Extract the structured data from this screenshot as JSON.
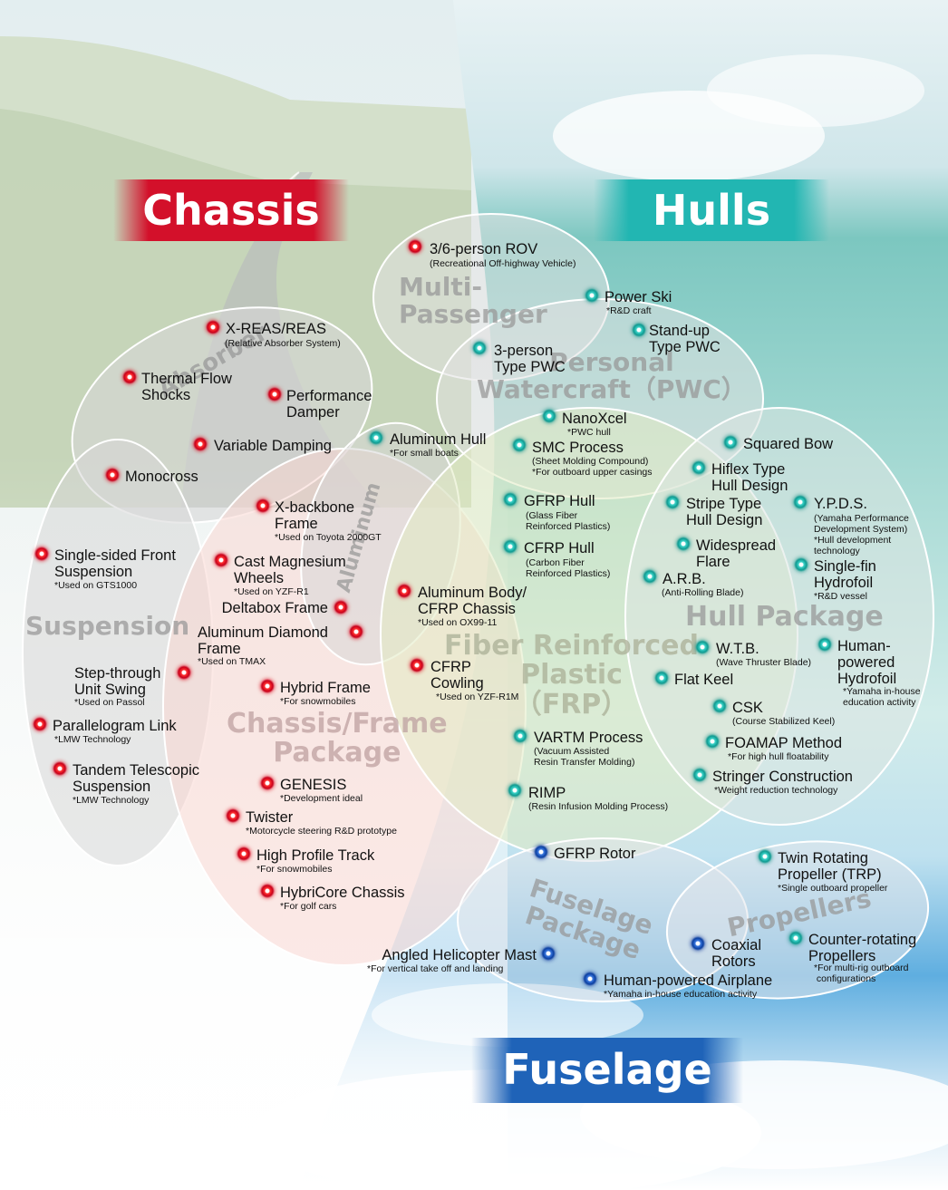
{
  "banners": {
    "chassis": "Chassis",
    "hulls": "Hulls",
    "fuselage": "Fuselage"
  },
  "regions": {
    "multi_passenger": "Multi-\nPassenger",
    "pwc": "Personal\nWatercraft（PWC）",
    "absorber": "Absorber",
    "aluminum": "Aluminum",
    "suspension": "Suspension",
    "chassis_frame": "Chassis/Frame\nPackage",
    "frp": "Fiber Reinforced\nPlastic\n（FRP）",
    "hull_package": "Hull Package",
    "fuselage_package": "Fuselage\nPackage",
    "propellers": "Propellers"
  },
  "items": {
    "rov": {
      "label": "3/6-person ROV",
      "note": "(Recreational Off-highway Vehicle)"
    },
    "power_ski": {
      "label": "Power Ski",
      "note": "*R&D craft"
    },
    "standup_pwc": {
      "label": "Stand-up\nType PWC"
    },
    "three_person_pwc": {
      "label": "3-person\nType PWC"
    },
    "x_reas": {
      "label": "X-REAS/REAS",
      "note": "(Relative Absorber System)"
    },
    "thermal_flow": {
      "label": "Thermal Flow\nShocks"
    },
    "performance_damper": {
      "label": "Performance\nDamper"
    },
    "variable_damping": {
      "label": "Variable Damping"
    },
    "monocross": {
      "label": "Monocross"
    },
    "nanoxcel": {
      "label": "NanoXcel",
      "note": "*PWC hull"
    },
    "aluminum_hull": {
      "label": "Aluminum Hull",
      "note": "*For small boats"
    },
    "smc": {
      "label": "SMC Process",
      "note": "(Sheet Molding Compound)\n*For outboard upper casings"
    },
    "squared_bow": {
      "label": "Squared Bow"
    },
    "hiflex": {
      "label": "Hiflex Type\nHull Design"
    },
    "x_backbone": {
      "label": "X-backbone\nFrame",
      "note": "*Used on Toyota 2000GT"
    },
    "gfrp_hull": {
      "label": "GFRP Hull",
      "note": "(Glass Fiber\nReinforced Plastics)"
    },
    "stripe": {
      "label": "Stripe Type\nHull Design"
    },
    "ypds": {
      "label": "Y.P.D.S.",
      "note": "(Yamaha Performance\nDevelopment System)\n*Hull development\ntechnology"
    },
    "single_sided": {
      "label": "Single-sided Front\nSuspension",
      "note": "*Used on GTS1000"
    },
    "cast_mag": {
      "label": "Cast Magnesium\nWheels",
      "note": "*Used on YZF-R1"
    },
    "cfrp_hull": {
      "label": "CFRP Hull",
      "note": "(Carbon Fiber\nReinforced Plastics)"
    },
    "widespread": {
      "label": "Widespread\nFlare"
    },
    "single_fin": {
      "label": "Single-fin\nHydrofoil",
      "note": "*R&D vessel"
    },
    "arb": {
      "label": "A.R.B.",
      "note": "(Anti-Rolling Blade)"
    },
    "deltabox": {
      "label": "Deltabox Frame"
    },
    "alu_body": {
      "label": "Aluminum Body/\nCFRP Chassis",
      "note": "*Used on OX99-11"
    },
    "alu_diamond": {
      "label": "Aluminum Diamond\nFrame",
      "note": "*Used on TMAX"
    },
    "wtb": {
      "label": "W.T.B.",
      "note": "(Wave Thruster Blade)"
    },
    "human_hydrofoil": {
      "label": "Human-\npowered\nHydrofoil",
      "note": "*Yamaha in-house\neducation activity"
    },
    "step_through": {
      "label": "Step-through\nUnit Swing",
      "note": "*Used on Passol"
    },
    "cfrp_cowling": {
      "label": "CFRP\nCowling",
      "note": "*Used on YZF-R1M"
    },
    "flat_keel": {
      "label": "Flat Keel"
    },
    "hybrid_frame": {
      "label": "Hybrid Frame",
      "note": "*For snowmobiles"
    },
    "csk": {
      "label": "CSK",
      "note": "(Course Stabilized Keel)"
    },
    "parallelogram": {
      "label": "Parallelogram Link",
      "note": "*LMW Technology"
    },
    "vartm": {
      "label": "VARTM Process",
      "note": "(Vacuum Assisted\nResin Transfer Molding)"
    },
    "foamap": {
      "label": "FOAMAP Method",
      "note": "*For high hull floatability"
    },
    "tandem": {
      "label": "Tandem Telescopic\nSuspension",
      "note": "*LMW Technology"
    },
    "stringer": {
      "label": "Stringer Construction",
      "note": "*Weight reduction technology"
    },
    "genesis": {
      "label": "GENESIS",
      "note": "*Development ideal"
    },
    "rimp": {
      "label": "RIMP",
      "note": "(Resin Infusion Molding Process)"
    },
    "twister": {
      "label": "Twister",
      "note": "*Motorcycle steering R&D prototype"
    },
    "gfrp_rotor": {
      "label": "GFRP Rotor"
    },
    "twin_rotating": {
      "label": "Twin Rotating\nPropeller (TRP)",
      "note": "*Single outboard propeller"
    },
    "high_profile": {
      "label": "High Profile Track",
      "note": "*For snowmobiles"
    },
    "hybricore": {
      "label": "HybriCore Chassis",
      "note": "*For golf cars"
    },
    "coaxial": {
      "label": "Coaxial\nRotors"
    },
    "counter_rotating": {
      "label": "Counter-rotating\nPropellers",
      "note": "*For multi-rig outboard\n configurations"
    },
    "helicopter_mast": {
      "label": "Angled Helicopter Mast",
      "note": "*For vertical take off and landing"
    },
    "human_airplane": {
      "label": "Human-powered Airplane",
      "note": "*Yamaha in-house education activity"
    }
  },
  "colors": {
    "chassis": "#d3102a",
    "hulls": "#1fb5b0",
    "fuselage": "#1a4fae"
  }
}
